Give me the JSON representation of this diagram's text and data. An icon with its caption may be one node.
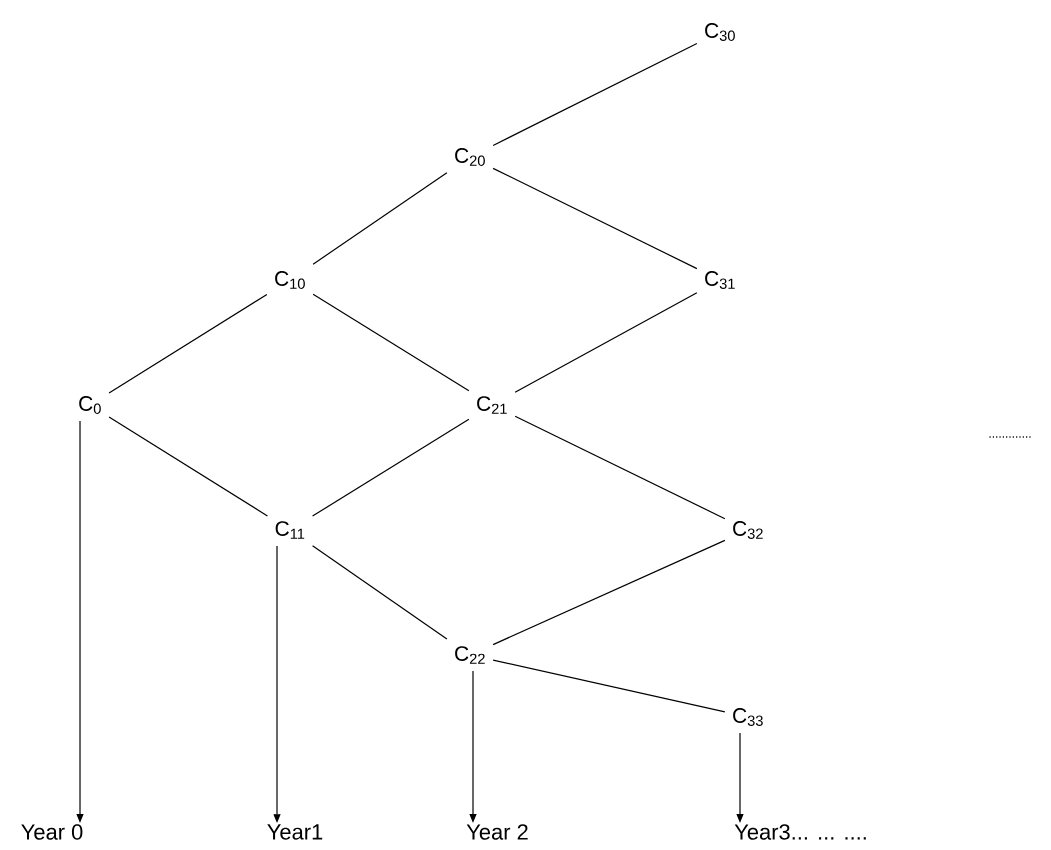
{
  "diagram": {
    "nodes": [
      {
        "text": [
          "C$_{30}$"
        ]
      },
      {
        "text": [
          "C$_{20}$"
        ]
      },
      {
        "text": [
          "C$_{10}$"
        ]
      },
      {
        "text": [
          "C$_{31}$"
        ]
      },
      {
        "text": [
          "C$_{0}$"
        ]
      },
      {
        "text": [
          "C$_{21}$"
        ]
      },
      {
        "text": [
          "C$_{11}$"
        ]
      },
      {
        "text": [
          "C$_{32}$"
        ]
      },
      {
        "text": [
          "C$_{22}$"
        ]
      },
      {
        "text": [
          "C$_{33}$"
        ]
      },
      {
        "text": [
          "Year 0"
        ]
      },
      {
        "text": [
          "Year1"
        ]
      },
      {
        "text": [
          "Year 2"
        ]
      },
      {
        "text": [
          "Year3... ... ...."
        ]
      }
    ],
    "edges": [
      {
        "from": 4,
        "to": 2,
        "arrow": "none"
      },
      {
        "from": 4,
        "to": 6,
        "arrow": "none"
      },
      {
        "from": 2,
        "to": 1,
        "arrow": "none"
      },
      {
        "from": 2,
        "to": 5,
        "arrow": "none"
      },
      {
        "from": 6,
        "to": 5,
        "arrow": "none"
      },
      {
        "from": 6,
        "to": 8,
        "arrow": "none"
      },
      {
        "from": 1,
        "to": 0,
        "arrow": "none"
      },
      {
        "from": 1,
        "to": 3,
        "arrow": "none"
      },
      {
        "from": 5,
        "to": 3,
        "arrow": "none"
      },
      {
        "from": 5,
        "to": 7,
        "arrow": "none"
      },
      {
        "from": 8,
        "to": 7,
        "arrow": "none"
      },
      {
        "from": 8,
        "to": 9,
        "arrow": "none"
      },
      {
        "from": 4,
        "to": 10,
        "arrow": "to"
      },
      {
        "from": 6,
        "to": 11,
        "arrow": "to"
      },
      {
        "from": 8,
        "to": 12,
        "arrow": "to"
      },
      {
        "from": 9,
        "to": 13,
        "arrow": "to"
      }
    ],
    "labels": [
      "............."
    ]
  }
}
